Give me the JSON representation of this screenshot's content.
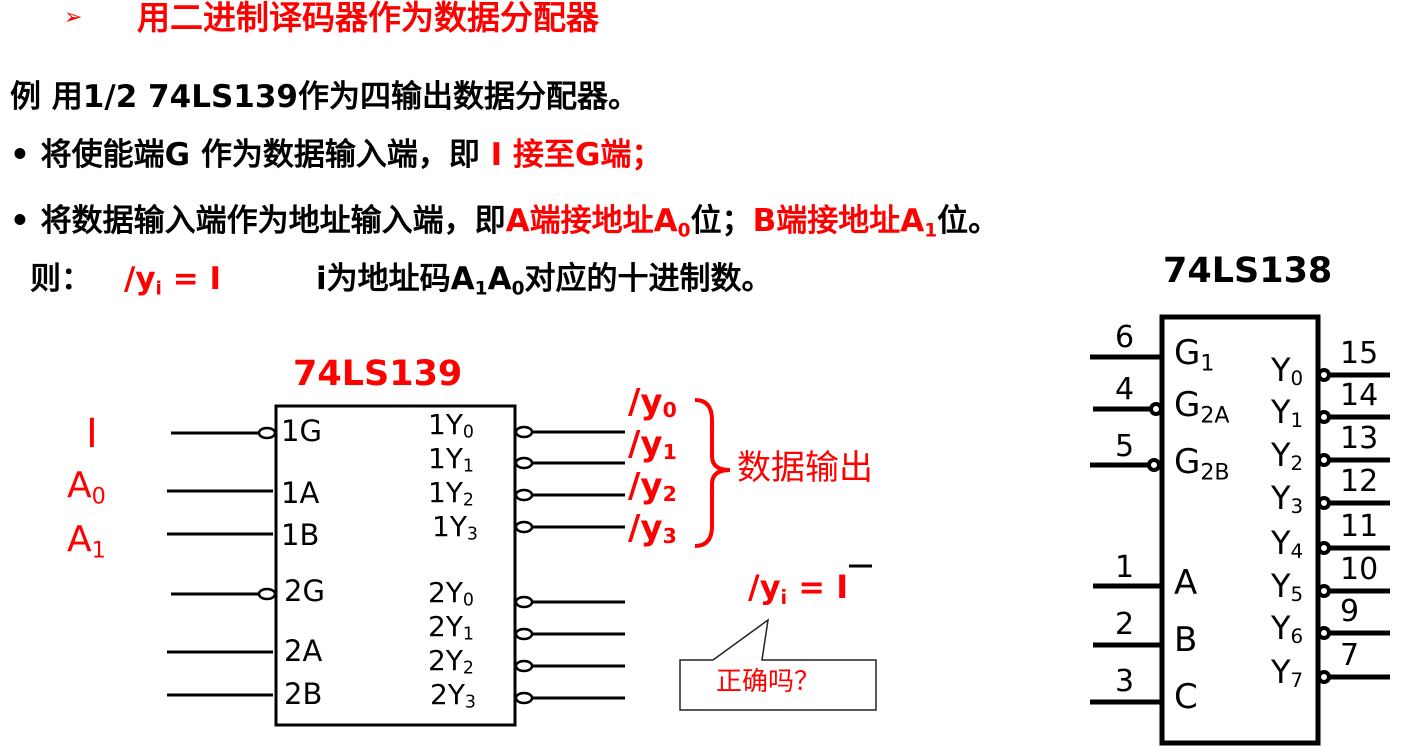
{
  "title": {
    "bullet": "➢",
    "text": "用二进制译码器作为数据分配器"
  },
  "example": {
    "prefix": "例 用",
    "chip": "1/2 74LS139",
    "suffix": "作为四输出数据分配器。"
  },
  "bullet1": {
    "dot": "•",
    "text": "将使能端G 作为数据输入端，即 ",
    "red": "I 接至G端；"
  },
  "bullet2": {
    "dot": "•",
    "text": "将数据输入端作为地址输入端，即",
    "red1": "A端接地址A",
    "sub0": "0",
    "mid": "位；",
    "red2": "B端接地址A",
    "sub1": "1",
    "end": "位。"
  },
  "rule": {
    "prefix": "则：",
    "formula": "/y",
    "formula_sub": "i",
    "formula_rest": " = I",
    "explain": "i为地址码A",
    "s1": "1",
    "a0": "A",
    "s0": "0",
    "explain_end": "对应的十进制数。"
  },
  "chip139": {
    "name": "74LS139",
    "inputs_ext": {
      "i": "I",
      "a0": "A",
      "a0_sub": "0",
      "a1": "A",
      "a1_sub": "1"
    },
    "pins_left": [
      "1G",
      "1A",
      "1B",
      "2G",
      "2A",
      "2B"
    ],
    "pins_right": [
      {
        "base": "1Y",
        "sub": "0"
      },
      {
        "base": "1Y",
        "sub": "1"
      },
      {
        "base": "1Y",
        "sub": "2"
      },
      {
        "base": "1Y",
        "sub": "3"
      },
      {
        "base": "2Y",
        "sub": "0"
      },
      {
        "base": "2Y",
        "sub": "1"
      },
      {
        "base": "2Y",
        "sub": "2"
      },
      {
        "base": "2Y",
        "sub": "3"
      }
    ],
    "outputs": [
      {
        "base": "/y",
        "sub": "0"
      },
      {
        "base": "/y",
        "sub": "1"
      },
      {
        "base": "/y",
        "sub": "2"
      },
      {
        "base": "/y",
        "sub": "3"
      }
    ],
    "output_label": "数据输出"
  },
  "callout": {
    "formula": "/y",
    "formula_sub": "i",
    "formula_rest": " = I",
    "text": "正确吗？"
  },
  "chip138": {
    "name": "74LS138",
    "left_pins": [
      {
        "num": "6",
        "label": "G",
        "sub": "1"
      },
      {
        "num": "4",
        "label": "G",
        "sub": "2A"
      },
      {
        "num": "5",
        "label": "G",
        "sub": "2B"
      },
      {
        "num": "1",
        "label": "A",
        "sub": ""
      },
      {
        "num": "2",
        "label": "B",
        "sub": ""
      },
      {
        "num": "3",
        "label": "C",
        "sub": ""
      }
    ],
    "right_pins": [
      {
        "num": "15",
        "label": "Y",
        "sub": "0"
      },
      {
        "num": "14",
        "label": "Y",
        "sub": "1"
      },
      {
        "num": "13",
        "label": "Y",
        "sub": "2"
      },
      {
        "num": "12",
        "label": "Y",
        "sub": "3"
      },
      {
        "num": "11",
        "label": "Y",
        "sub": "4"
      },
      {
        "num": "10",
        "label": "Y",
        "sub": "5"
      },
      {
        "num": "9",
        "label": "Y",
        "sub": "6"
      },
      {
        "num": "7",
        "label": "Y",
        "sub": "7"
      }
    ]
  },
  "colors": {
    "accent": "#ff0000",
    "text": "#000000"
  }
}
